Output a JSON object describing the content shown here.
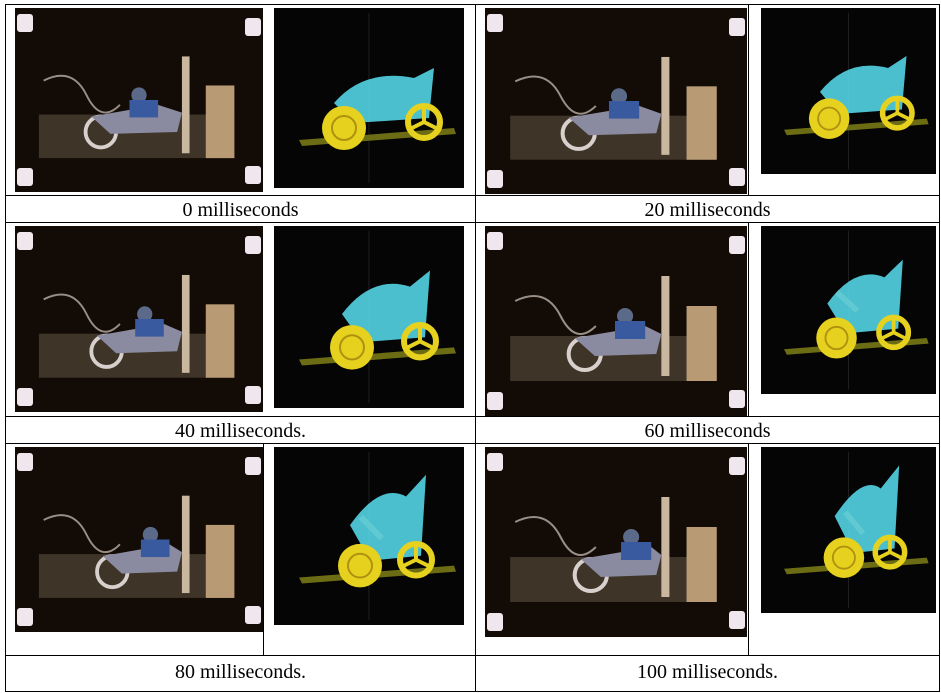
{
  "captions": [
    "0 milliseconds",
    "20 milliseconds",
    "40 milliseconds.",
    "60 milliseconds",
    "80 milliseconds.",
    "100 milliseconds."
  ],
  "frames": [
    {
      "photo_name": "film-frame-0ms",
      "sim_name": "simulation-frame-0ms"
    },
    {
      "photo_name": "film-frame-20ms",
      "sim_name": "simulation-frame-20ms"
    },
    {
      "photo_name": "film-frame-40ms",
      "sim_name": "simulation-frame-40ms"
    },
    {
      "photo_name": "film-frame-60ms",
      "sim_name": "simulation-frame-60ms"
    },
    {
      "photo_name": "film-frame-80ms",
      "sim_name": "simulation-frame-80ms"
    },
    {
      "photo_name": "film-frame-100ms",
      "sim_name": "simulation-frame-100ms"
    }
  ],
  "colors": {
    "rider": "#54d4e6",
    "wheel": "#e6d21e",
    "ground": "#6c6c14",
    "bar": "#d86a1a",
    "film_bg": "#140e08"
  }
}
